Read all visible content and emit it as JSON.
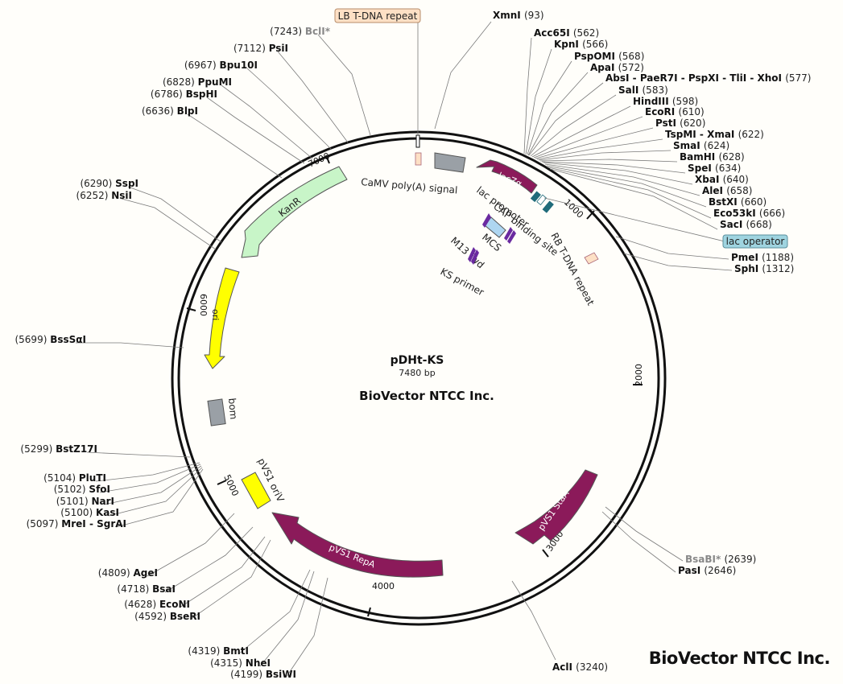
{
  "plasmid": {
    "name": "pDHt-KS",
    "size_label": "7480 bp",
    "company": "BioVector NTCC Inc."
  },
  "brand": "BioVector NTCC Inc.",
  "box_labels": {
    "lb_tdna": "LB T-DNA repeat",
    "lac_operator": "lac operator"
  },
  "ticks": [
    "1000",
    "2000",
    "3000",
    "4000",
    "5000",
    "6000",
    "7000"
  ],
  "features": {
    "camv_polya": "CaMV poly(A) signal",
    "lac_promoter": "lac promoter",
    "cap_site": "CAP binding site",
    "mcs": "MCS",
    "m13_fwd": "M13 fwd",
    "ks_primer": "KS primer",
    "rb_tdna": "RB T-DNA repeat",
    "bom": "bom",
    "pvs1_oriv": "pVS1 oriV"
  },
  "arrows": {
    "lacza": "lacZα",
    "kanr": "KanR",
    "ori": "ori",
    "pvs1_staa": "pVS1 StaA",
    "pvs1_repa": "pVS1 RepA"
  },
  "enzymes": [
    {
      "name": "BclI*",
      "pos": "(7243)"
    },
    {
      "name": "PsiI",
      "pos": "(7112)"
    },
    {
      "name": "Bpu10I",
      "pos": "(6967)"
    },
    {
      "name": "PpuMI",
      "pos": "(6828)"
    },
    {
      "name": "BspHI",
      "pos": "(6786)"
    },
    {
      "name": "BlpI",
      "pos": "(6636)"
    },
    {
      "name": "SspI",
      "pos": "(6290)"
    },
    {
      "name": "NsiI",
      "pos": "(6252)"
    },
    {
      "name": "BssSαI",
      "pos": "(5699)"
    },
    {
      "name": "BstZ17I",
      "pos": "(5299)"
    },
    {
      "name": "PluTI",
      "pos": "(5104)"
    },
    {
      "name": "SfoI",
      "pos": "(5102)"
    },
    {
      "name": "NarI",
      "pos": "(5101)"
    },
    {
      "name": "KasI",
      "pos": "(5100)"
    },
    {
      "name": "MreI - SgrAI",
      "pos": "(5097)"
    },
    {
      "name": "AgeI",
      "pos": "(4809)"
    },
    {
      "name": "BsaI",
      "pos": "(4718)"
    },
    {
      "name": "EcoNI",
      "pos": "(4628)"
    },
    {
      "name": "BseRI",
      "pos": "(4592)"
    },
    {
      "name": "BmtI",
      "pos": "(4319)"
    },
    {
      "name": "NheI",
      "pos": "(4315)"
    },
    {
      "name": "BsiWI",
      "pos": "(4199)"
    },
    {
      "name": "XmnI",
      "pos": "(93)"
    },
    {
      "name": "Acc65I",
      "pos": "(562)"
    },
    {
      "name": "KpnI",
      "pos": "(566)"
    },
    {
      "name": "PspOMI",
      "pos": "(568)"
    },
    {
      "name": "ApaI",
      "pos": "(572)"
    },
    {
      "name": "AbsI - PaeR7I - PspXI - TliI - XhoI",
      "pos": "(577)"
    },
    {
      "name": "SalI",
      "pos": "(583)"
    },
    {
      "name": "HindIII",
      "pos": "(598)"
    },
    {
      "name": "EcoRI",
      "pos": "(610)"
    },
    {
      "name": "PstI",
      "pos": "(620)"
    },
    {
      "name": "TspMI - XmaI",
      "pos": "(622)"
    },
    {
      "name": "SmaI",
      "pos": "(624)"
    },
    {
      "name": "BamHI",
      "pos": "(628)"
    },
    {
      "name": "SpeI",
      "pos": "(634)"
    },
    {
      "name": "XbaI",
      "pos": "(640)"
    },
    {
      "name": "AleI",
      "pos": "(658)"
    },
    {
      "name": "BstXI",
      "pos": "(660)"
    },
    {
      "name": "Eco53kI",
      "pos": "(666)"
    },
    {
      "name": "SacI",
      "pos": "(668)"
    },
    {
      "name": "PmeI",
      "pos": "(1188)"
    },
    {
      "name": "SphI",
      "pos": "(1312)"
    },
    {
      "name": "BsaBI*",
      "pos": "(2639)"
    },
    {
      "name": "PasI",
      "pos": "(2646)"
    },
    {
      "name": "AclI",
      "pos": "(3240)"
    }
  ],
  "colors": {
    "backbone": "#111111",
    "kanr": "#c8f5c8",
    "ori": "#ffff00",
    "repa": "#8b1a5a",
    "primer": "#6a2aa0",
    "mcs": "#aed6f1",
    "teal": "#1f6b7a",
    "tdna_box": "#fde0c5",
    "lac_operator": "#9fd4e0",
    "gray_feature": "#9aa0a6"
  }
}
